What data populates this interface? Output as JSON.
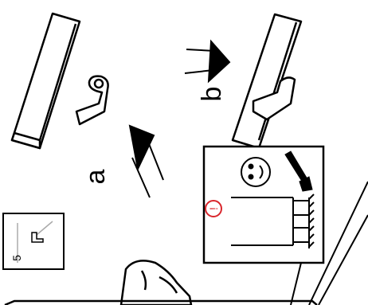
{
  "labels": {
    "a": "a",
    "b": "b",
    "step": "5",
    "warning": "!"
  },
  "colors": {
    "ink": "#000000",
    "warning": "#d9262c",
    "paper": "#ffffff"
  },
  "icons": [
    "board",
    "hook-bracket",
    "black-triangle-arrow",
    "smiley-face",
    "wrench",
    "hand",
    "warning-circle"
  ]
}
